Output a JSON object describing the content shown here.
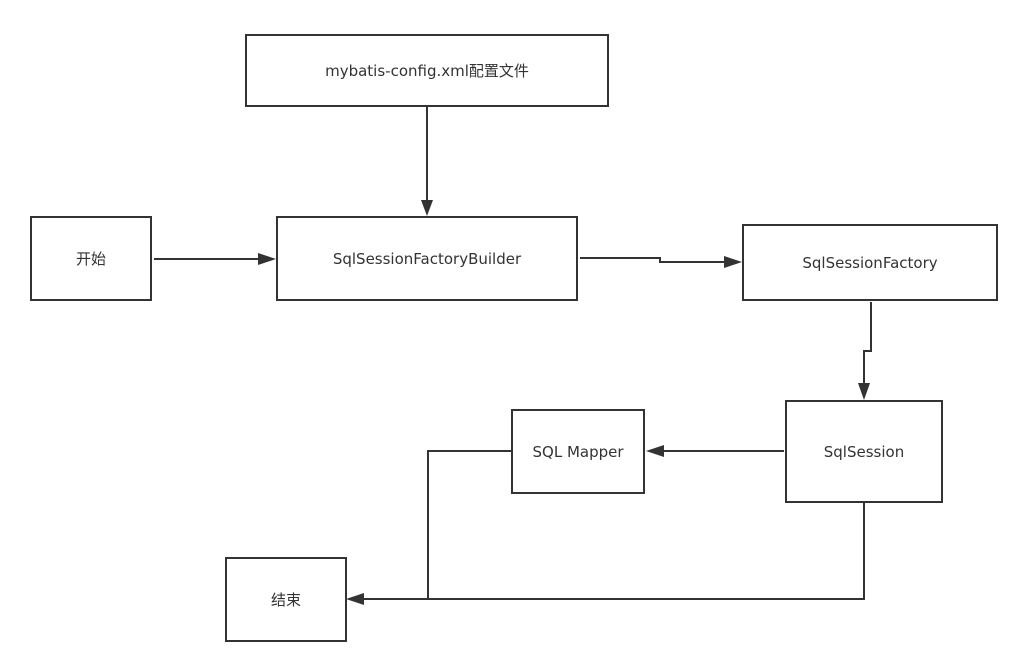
{
  "diagram": {
    "nodes": {
      "config": {
        "label": "mybatis-config.xml配置文件"
      },
      "start": {
        "label": "开始"
      },
      "builder": {
        "label": "SqlSessionFactoryBuilder"
      },
      "factory": {
        "label": "SqlSessionFactory"
      },
      "session": {
        "label": "SqlSession"
      },
      "mapper": {
        "label": "SQL Mapper"
      },
      "end": {
        "label": "结束"
      }
    }
  }
}
